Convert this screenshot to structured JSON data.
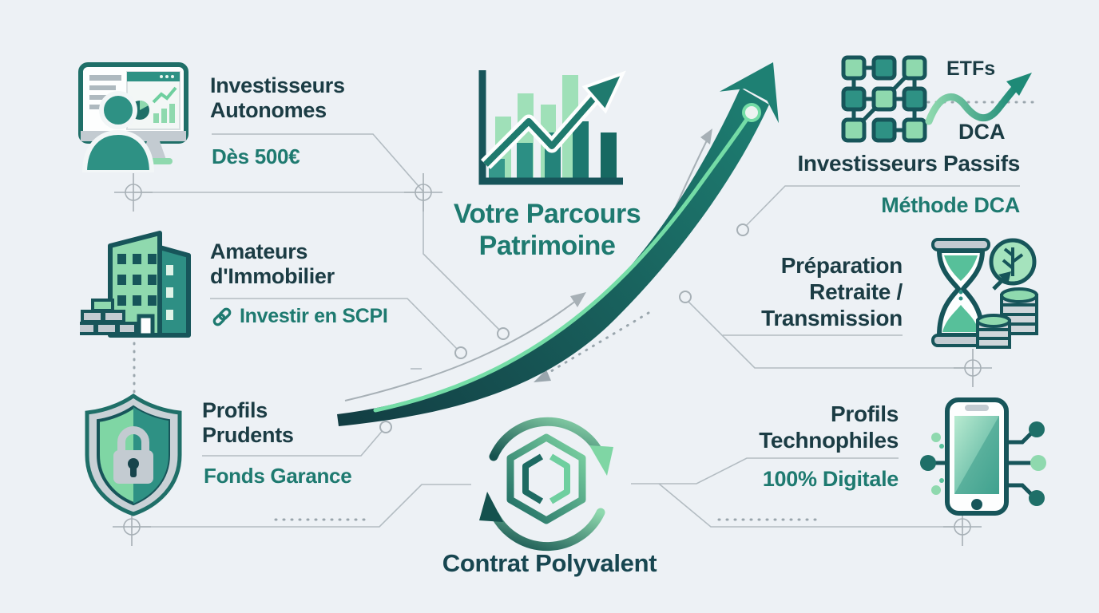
{
  "center": {
    "title_line1": "Votre Parcours",
    "title_line2": "Patrimoine",
    "bottom_label": "Contrat Polyvalent"
  },
  "profiles": {
    "autonomes": {
      "line1": "Investisseurs",
      "line2": "Autonomes",
      "subtitle": "Dès 500€"
    },
    "immobilier": {
      "line1": "Amateurs",
      "line2": "d'Immobilier",
      "subtitle": "Investir en SCPI"
    },
    "prudents": {
      "line1": "Profils",
      "line2": "Prudents",
      "subtitle": "Fonds Garance"
    },
    "passifs": {
      "line1": "Investisseurs Passifs",
      "subtitle": "Méthode DCA"
    },
    "retraite": {
      "line1": "Préparation",
      "line2": "Retraite /",
      "line3": "Transmission"
    },
    "technophiles": {
      "line1": "Profils",
      "line2": "Technophiles",
      "subtitle": "100% Digitale"
    }
  },
  "tags": {
    "etfs": "ETFs",
    "dca": "DCA"
  },
  "icons": {
    "monitor": "monitor-investor-icon",
    "building": "building-scpi-icon",
    "shield": "shield-lock-icon",
    "chart_logo": "growth-chart-logo-icon",
    "network": "network-grid-icon",
    "wave": "dca-wave-arrow-icon",
    "hourglass": "hourglass-legacy-icon",
    "phone": "phone-circuit-icon",
    "hexagon": "hexagon-cycle-icon",
    "link": "chain-link-icon",
    "big_arrow": "growth-swoosh-arrow"
  },
  "colors": {
    "background": "#edf1f5",
    "dark_text": "#1b3c44",
    "teal": "#1e7a70",
    "dark_teal": "#17555a",
    "mid_teal": "#2e9184",
    "light_green": "#8fd9ae",
    "silver": "#c3cbd1",
    "connector_gray": "#a7b0b6"
  }
}
